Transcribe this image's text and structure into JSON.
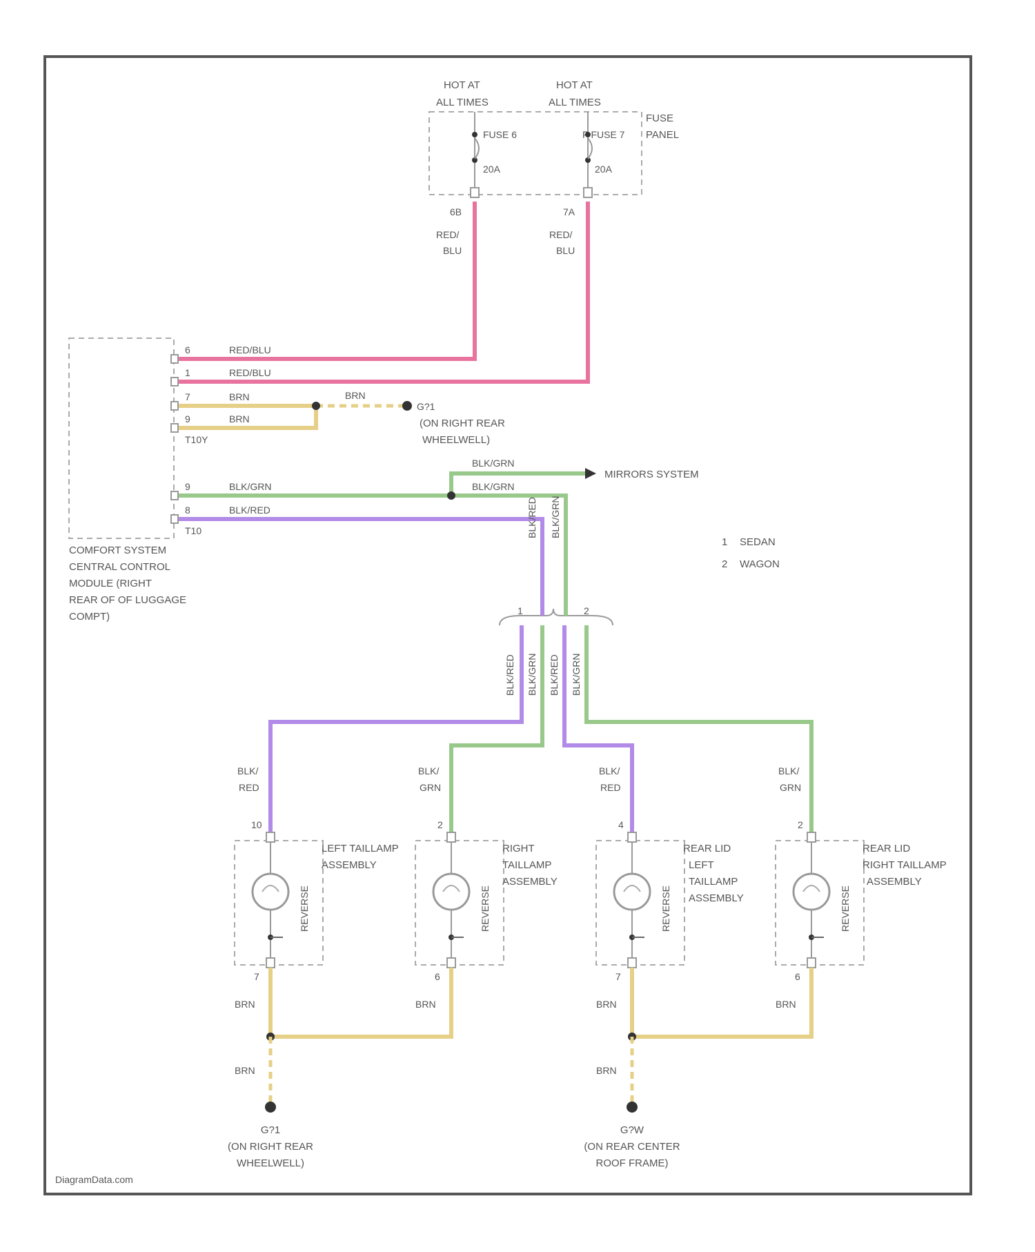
{
  "fuse_panel": {
    "hot_left": [
      "HOT AT",
      "ALL TIMES"
    ],
    "hot_right": [
      "HOT AT",
      "ALL TIMES"
    ],
    "fuse_left": "FUSE 6",
    "fuse_right": "F FUSE 7",
    "amp_left": "20A",
    "amp_right": "20A",
    "label": [
      "FUSE",
      "PANEL"
    ],
    "pin_left": "6B",
    "pin_right": "7A",
    "wire_left": [
      "RED/",
      "BLU"
    ],
    "wire_right": [
      "RED/",
      "BLU"
    ]
  },
  "module": {
    "name": [
      "COMFORT SYSTEM",
      "CENTRAL CONTROL",
      "MODULE (RIGHT",
      "REAR OF OF LUGGAGE",
      "COMPT)"
    ],
    "connector_a": "T10Y",
    "connector_b": "T10",
    "pins": [
      {
        "num": "6",
        "wire": "RED/BLU"
      },
      {
        "num": "1",
        "wire": "RED/BLU"
      },
      {
        "num": "7",
        "wire": "BRN"
      },
      {
        "num": "9",
        "wire": "BRN"
      },
      {
        "num": "9",
        "wire": "BLK/GRN"
      },
      {
        "num": "8",
        "wire": "BLK/RED"
      }
    ]
  },
  "ground_top": {
    "wire": "BRN",
    "name": "G?1",
    "location": [
      "(ON RIGHT REAR",
      "WHEELWELL)"
    ]
  },
  "mirrors": {
    "label": "MIRRORS SYSTEM",
    "wire_top": "BLK/GRN",
    "wire_bottom": "BLK/GRN"
  },
  "legend": [
    {
      "num": "1",
      "text": "SEDAN"
    },
    {
      "num": "2",
      "text": "WAGON"
    }
  ],
  "splice": {
    "wires_in": [
      "BLK/RED",
      "BLK/GRN"
    ],
    "branch_1": "1",
    "branch_2": "2",
    "wires_out": [
      "BLK/RED",
      "BLK/GRN",
      "BLK/RED",
      "BLK/GRN"
    ]
  },
  "lamps": [
    {
      "name": [
        "LEFT TAILLAMP",
        "ASSEMBLY"
      ],
      "wire": [
        "BLK/",
        "RED"
      ],
      "pin_top": "10",
      "pin_bottom": "7",
      "ground_wire": "BRN",
      "bulb": "REVERSE"
    },
    {
      "name": [
        "RIGHT",
        "TAILLAMP",
        "ASSEMBLY"
      ],
      "wire": [
        "BLK/",
        "GRN"
      ],
      "pin_top": "2",
      "pin_bottom": "6",
      "ground_wire": "BRN",
      "bulb": "REVERSE"
    },
    {
      "name": [
        "REAR LID",
        "LEFT",
        "TAILLAMP",
        "ASSEMBLY"
      ],
      "wire": [
        "BLK/",
        "RED"
      ],
      "pin_top": "4",
      "pin_bottom": "7",
      "ground_wire": "BRN",
      "bulb": "REVERSE"
    },
    {
      "name": [
        "REAR LID",
        "RIGHT TAILLAMP",
        "ASSEMBLY"
      ],
      "wire": [
        "BLK/",
        "GRN"
      ],
      "pin_top": "2",
      "pin_bottom": "6",
      "ground_wire": "BRN",
      "bulb": "REVERSE"
    }
  ],
  "ground_left": {
    "wire": "BRN",
    "name": "G?1",
    "location": [
      "(ON RIGHT REAR",
      "WHEELWELL)"
    ]
  },
  "ground_right": {
    "wire": "BRN",
    "name": "G?W",
    "location": [
      "(ON REAR CENTER",
      "ROOF FRAME)"
    ]
  },
  "watermark": "DiagramData.com",
  "colors": {
    "red_blu": "#e8739e",
    "brn": "#e6cf86",
    "blk_grn": "#98c98a",
    "blk_red": "#b28ae8"
  }
}
